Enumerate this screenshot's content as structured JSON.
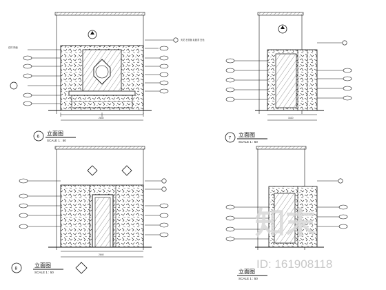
{
  "sheet": {
    "views": [
      {
        "number": "6",
        "title": "立面图",
        "scale": "SCALE 1 : 50",
        "width_dim": "2640"
      },
      {
        "number": "7",
        "title": "立面图",
        "scale": "SCALE 1 : 50",
        "width_dim": "1620"
      },
      {
        "number": "8",
        "title": "立面图",
        "scale": "SCALE 1 : 50",
        "width_dim": "2640"
      },
      {
        "number": "",
        "title": "立面图",
        "scale": "SCALE 1 : 50",
        "width_dim": ""
      }
    ],
    "note_text": "天花 石膏板 乳胶漆 白色",
    "left_note": "石材 饰面",
    "watermark": {
      "logo": "知末",
      "id": "ID: 161908118"
    }
  }
}
